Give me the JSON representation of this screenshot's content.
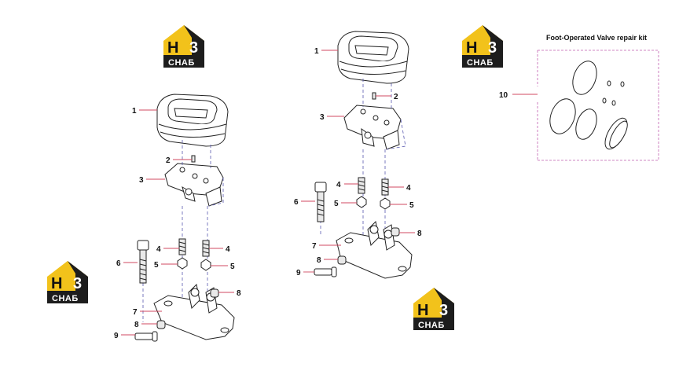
{
  "kit_title": "Foot-Operated Valve repair kit",
  "logo": {
    "letters_h": "H",
    "letters_3": "3",
    "text": "СНАБ",
    "color_yellow": "#f2c21b",
    "color_dark": "#1d1d1d"
  },
  "callouts": {
    "left": [
      "1",
      "2",
      "3",
      "4",
      "4",
      "5",
      "5",
      "6",
      "7",
      "8",
      "8",
      "9"
    ],
    "middle": [
      "1",
      "2",
      "3",
      "4",
      "4",
      "5",
      "5",
      "6",
      "7",
      "8",
      "8",
      "9"
    ],
    "kit": [
      "10"
    ]
  }
}
